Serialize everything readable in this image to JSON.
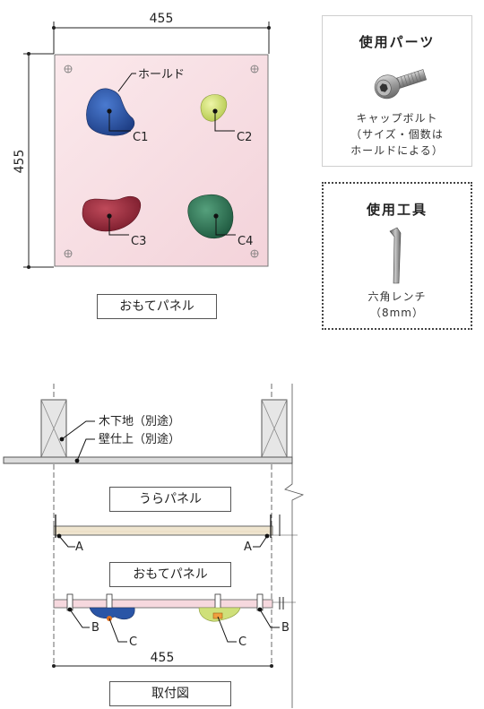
{
  "front_panel": {
    "width_label": "455",
    "height_label": "455",
    "hold_label": "ホールド",
    "holds": [
      {
        "id": "C1",
        "label": "C1",
        "color": "#2a55a6"
      },
      {
        "id": "C2",
        "label": "C2",
        "color": "#cfe07a"
      },
      {
        "id": "C3",
        "label": "C3",
        "color": "#9b2a3a"
      },
      {
        "id": "C4",
        "label": "C4",
        "color": "#2e7a5a"
      }
    ],
    "caption": "おもてパネル",
    "panel_color": "#f7dde2"
  },
  "parts_box": {
    "title": "使用パーツ",
    "lines": [
      "キャップボルト",
      "（サイズ・個数は",
      "ホールドによる）"
    ]
  },
  "tools_box": {
    "title": "使用工具",
    "lines": [
      "六角レンチ",
      "（8mm）"
    ]
  },
  "install": {
    "base_label": "木下地（別途）",
    "wall_label": "壁仕上（別途）",
    "back_caption": "うらパネル",
    "front_caption": "おもてパネル",
    "marker_a": "A",
    "marker_b": "B",
    "marker_c": "C",
    "width_label": "455",
    "caption": "取付図"
  }
}
